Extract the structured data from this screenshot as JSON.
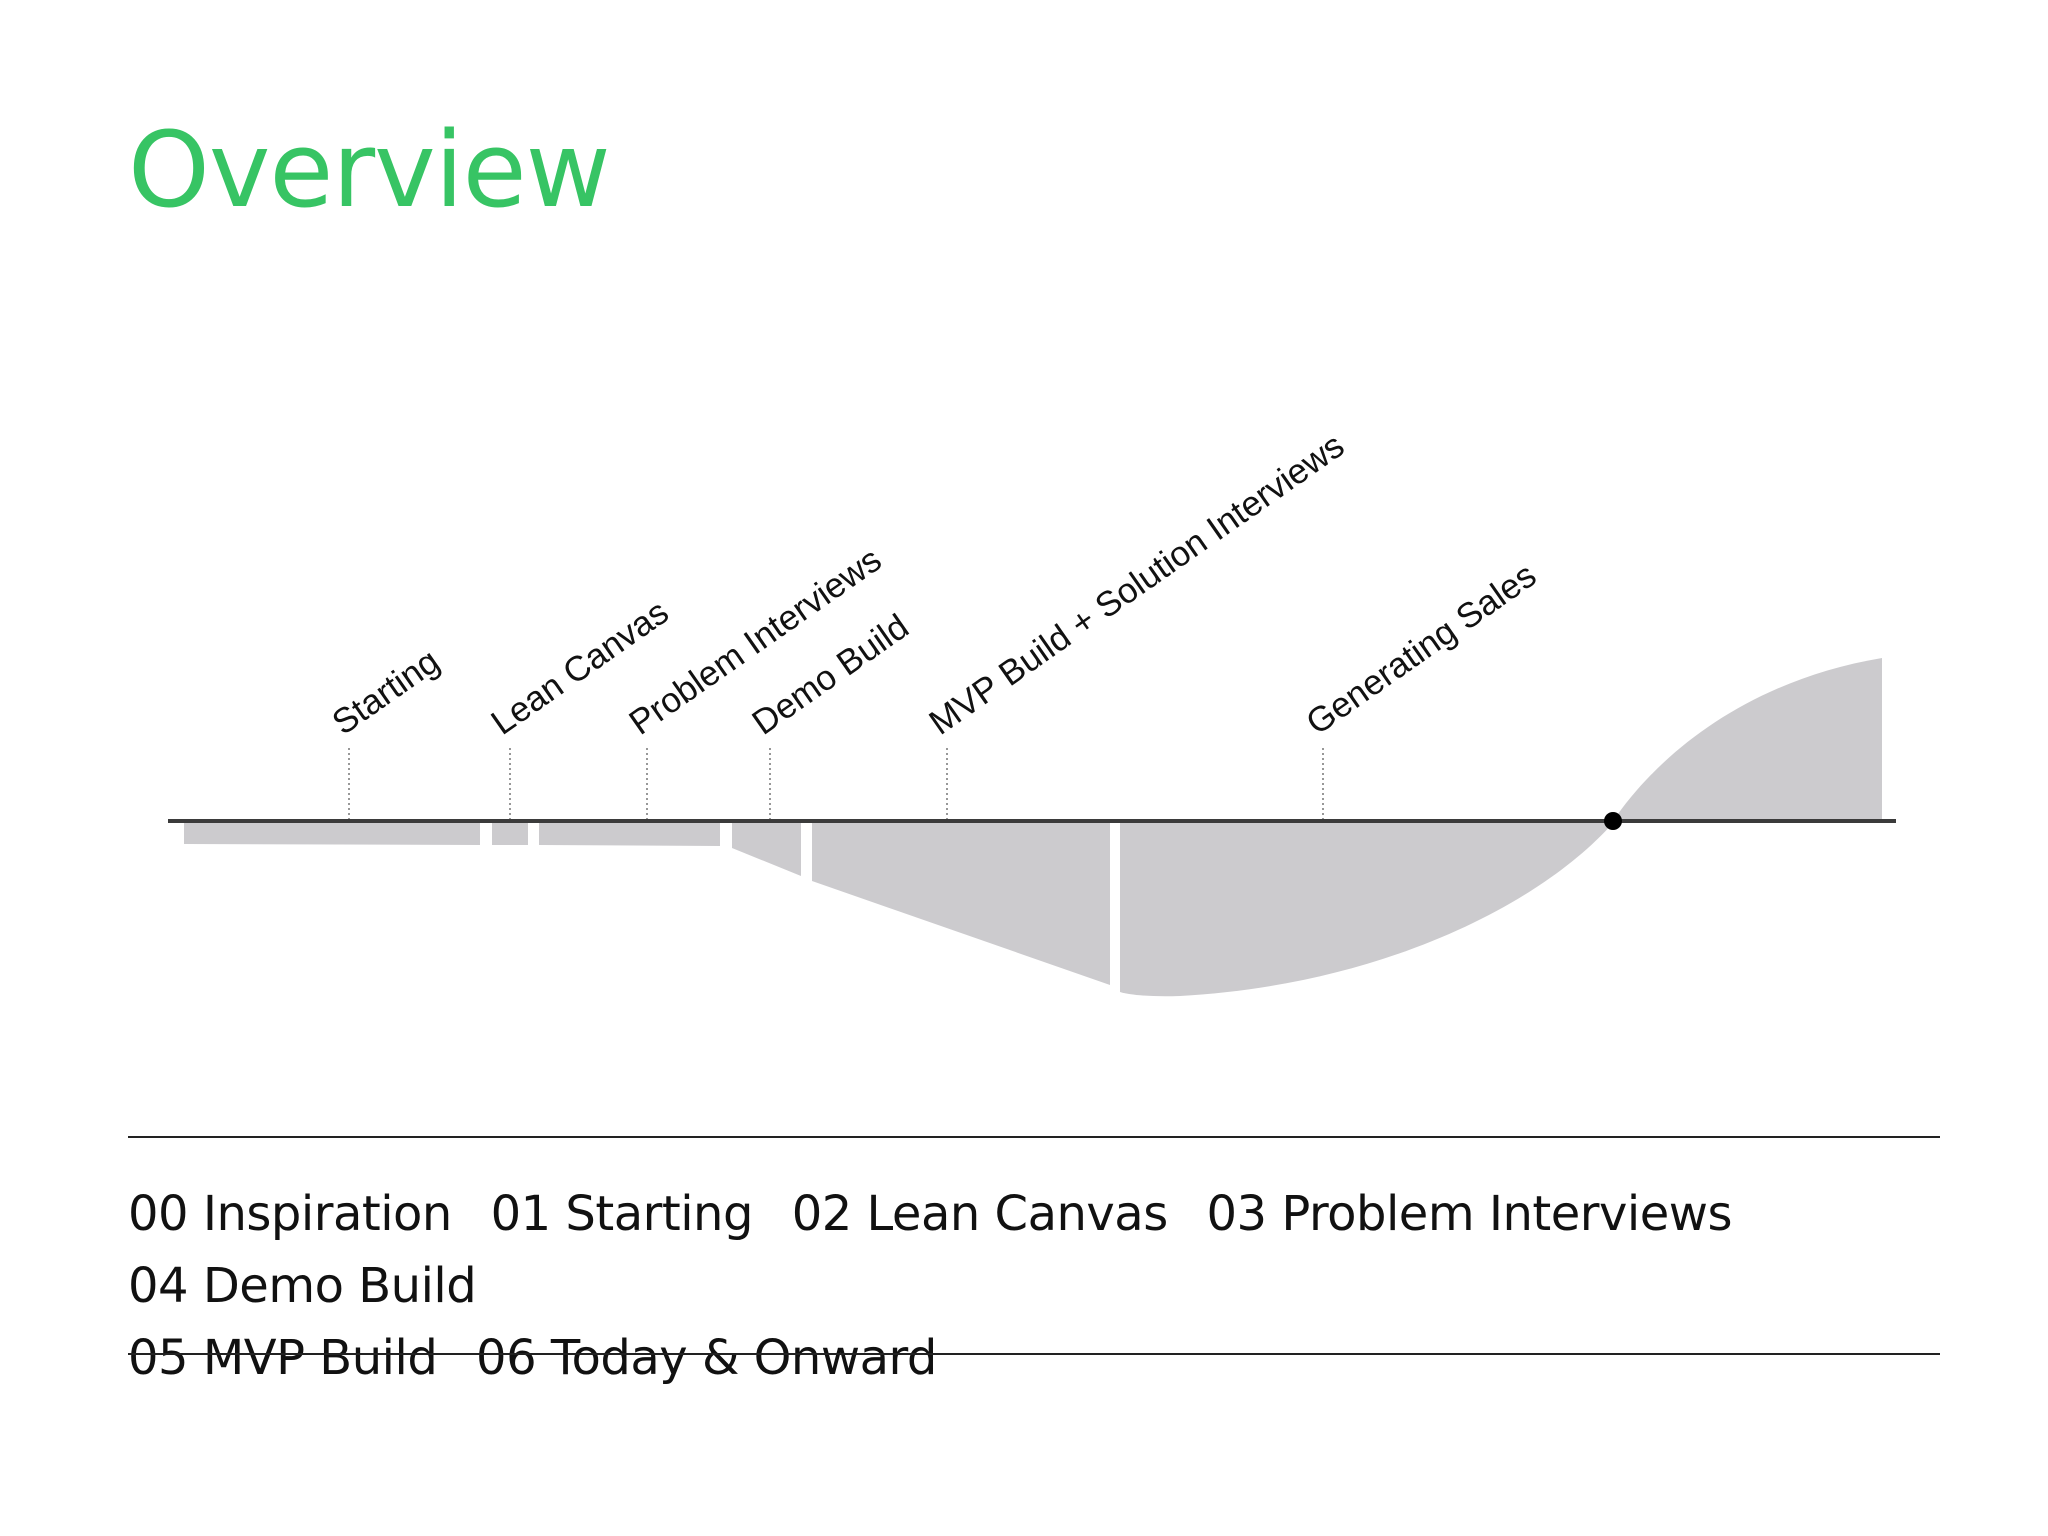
{
  "title": "Overview",
  "milestones": [
    "Starting",
    "Lean Canvas",
    "Problem Interviews",
    "Demo Build",
    "MVP Build + Solution Interviews",
    "Generating Sales"
  ],
  "sections": [
    "00 Inspiration",
    "01 Starting",
    "02 Lean Canvas",
    "03 Problem Interviews",
    "04 Demo Build",
    "05 MVP Build",
    "06 Today & Onward"
  ],
  "colors": {
    "title": "#37c464",
    "area": "#cccbce",
    "axis": "#3b3b3b"
  }
}
